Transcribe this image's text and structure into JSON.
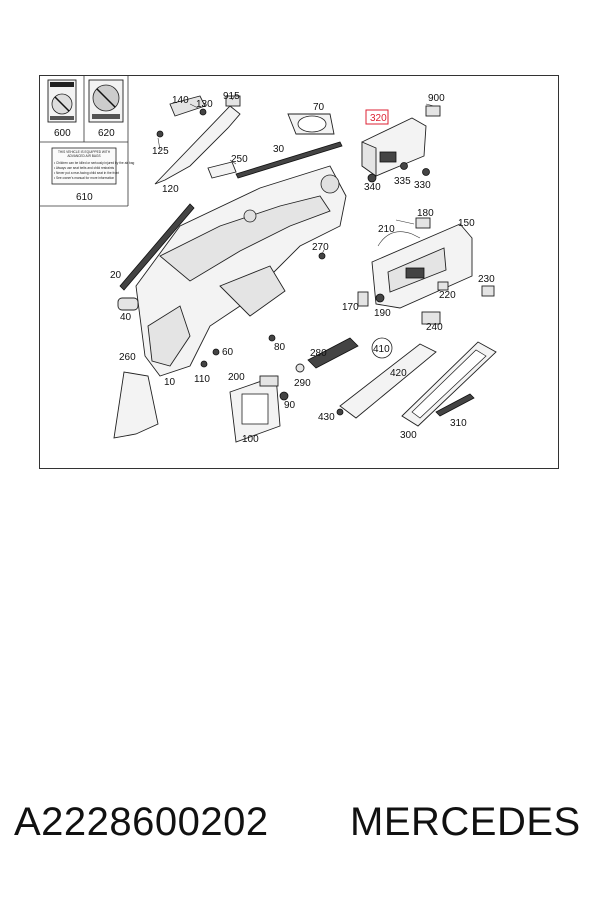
{
  "diagram": {
    "labels": {
      "l600": "600",
      "l620": "620",
      "l610": "610",
      "l140": "140",
      "l130": "130",
      "l915": "915",
      "l70": "70",
      "l900": "900",
      "l320": "320",
      "l125": "125",
      "l120": "120",
      "l250": "250",
      "l30": "30",
      "l340": "340",
      "l335": "335",
      "l330": "330",
      "l180": "180",
      "l210": "210",
      "l150": "150",
      "l270": "270",
      "l20": "20",
      "l230": "230",
      "l220": "220",
      "l170": "170",
      "l190": "190",
      "l240": "240",
      "l40": "40",
      "l260": "260",
      "l60": "60",
      "l80": "80",
      "l280": "280",
      "l410": "410",
      "l110": "110",
      "l10": "10",
      "l200": "200",
      "l290": "290",
      "l420": "420",
      "l90": "90",
      "l430": "430",
      "l300": "300",
      "l310": "310",
      "l100": "100"
    },
    "highlighted_label": "320",
    "warning_card_text": [
      "THIS VEHICLE IS EQUIPPED WITH",
      "ADVANCED AIR BAGS",
      "• Children can be killed or seriously injured by the air bag",
      "• Always use seat belts and child restraints",
      "• Never put a rear-facing child seat in the front",
      "• See owner's manual for more information"
    ]
  },
  "footer": {
    "part_number": "A2228600202",
    "brand": "MERCEDES"
  }
}
